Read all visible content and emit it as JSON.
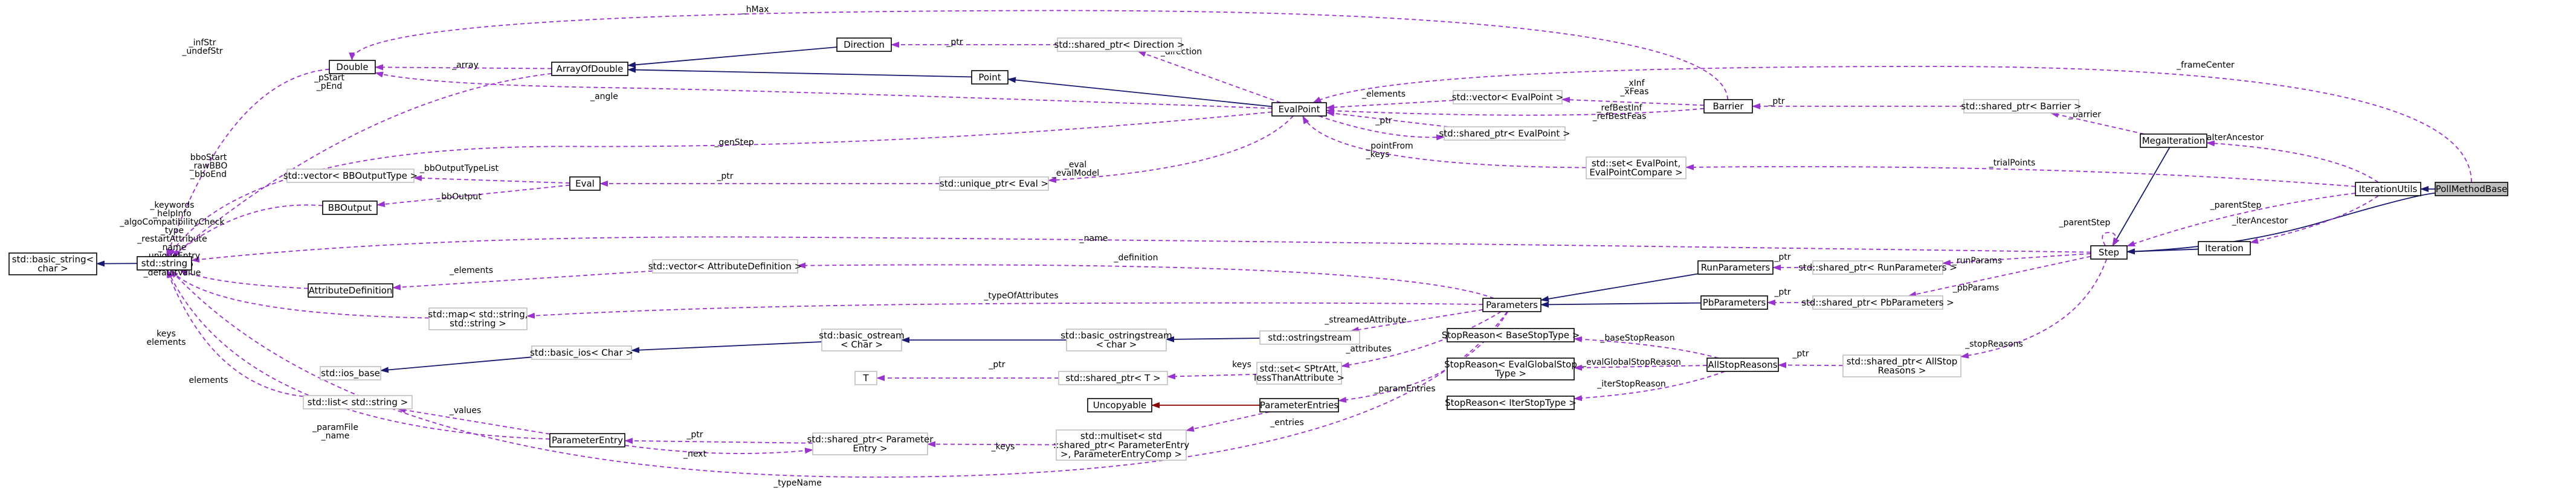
{
  "nodes": {
    "pollmethodbase": "PollMethodBase",
    "iterationutils": "IterationUtils",
    "megaiteration": "MegaIteration",
    "iteration": "Iteration",
    "step": "Step",
    "evalpoint": "EvalPoint",
    "barrier": "Barrier",
    "double": "Double",
    "arrayofdouble": "ArrayOfDouble",
    "direction": "Direction",
    "point": "Point",
    "string": "std::string",
    "basic_string": [
      "std::basic_string<",
      "char >"
    ],
    "sp_direction": "std::shared_ptr< Direction >",
    "sp_barrier": "std::shared_ptr< Barrier >",
    "vec_evalpoint": "std::vector< EvalPoint >",
    "sp_evalpoint": "std::shared_ptr< EvalPoint >",
    "set_evalpoint": [
      "std::set< EvalPoint,",
      "EvalPointCompare >"
    ],
    "vec_bboutputtype": "std::vector< BBOutputType >",
    "eval": "Eval",
    "bboutput": "BBOutput",
    "up_eval": "std::unique_ptr< Eval >",
    "attributedefinition": "AttributeDefinition",
    "vec_attrdef": "std::vector< AttributeDefinition >",
    "map_string": [
      "std::map< std::string,",
      "std::string >"
    ],
    "parameters": "Parameters",
    "runparameters": "RunParameters",
    "pbparameters": "PbParameters",
    "sp_runparameters": "std::shared_ptr< RunParameters >",
    "sp_pbparameters": "std::shared_ptr< PbParameters >",
    "ostringstream": "std::ostringstream",
    "basic_ostringstream": [
      "std::basic_ostringstream",
      "< char >"
    ],
    "basic_ostream": [
      "std::basic_ostream",
      "< Char >"
    ],
    "basic_ios": "std::basic_ios< Char >",
    "ios_base": "std::ios_base",
    "set_sptrattr": [
      "std::set< SPtrAtt,",
      "lessThanAttribute >"
    ],
    "sp_t": "std::shared_ptr< T >",
    "t": "T",
    "uncopyable": "Uncopyable",
    "parameterentries": "ParameterEntries",
    "list_string": "std::list< std::string >",
    "parameterentry": "ParameterEntry",
    "sp_parameterentry": [
      "std::shared_ptr< Parameter",
      "Entry >"
    ],
    "multiset": [
      "std::multiset< std",
      "::shared_ptr< ParameterEntry",
      " >, ParameterEntryComp >"
    ],
    "sr_basesteptype": "StopReason< BaseStopType >",
    "sr_evalglobal": [
      "StopReason< EvalGlobalStop",
      "Type >"
    ],
    "sr_itersteptype": "StopReason< IterStopType >",
    "allstopreasons": "AllStopReasons",
    "sp_allstopreasons": [
      "std::shared_ptr< AllStop",
      "Reasons >"
    ]
  },
  "edge_labels": {
    "hmax": "_hMax",
    "framecenter": "_frameCenter",
    "infstr": [
      "_infStr",
      "_undefStr"
    ],
    "pstart": [
      "_pStart",
      "_pEnd"
    ],
    "array": "_array",
    "angle": "_angle",
    "ptr_direction": "_ptr",
    "direction": "_direction",
    "elements_evalpoint": "_elements",
    "ptr_evalpoint": "_ptr",
    "xinf": [
      "_xInf",
      "_xFeas"
    ],
    "refbest": [
      "_refBestInf",
      "_refBestFeas"
    ],
    "pointfrom": "_pointFrom",
    "keys_setevalpoint": "_keys",
    "ptr_barrier": "_ptr",
    "barrier": "_barrier",
    "megaiterancestor": "_megaIterAncestor",
    "trialpoints": "_trialPoints",
    "genstep": "_genStep",
    "parentstep": "_parentStep",
    "parentstep_loop": "_parentStep",
    "iterancestor": "_iterAncestor",
    "bbstart": [
      "bboStart",
      "_rawBBO",
      "_bboEnd"
    ],
    "bboutputtypelist": "_bbOutputTypeList",
    "bboutput": "_bbOutput",
    "ptr_eval": "_ptr",
    "eval_evalmodel": [
      "_eval",
      "_evalModel"
    ],
    "name": "_name",
    "runparams": "_runParams",
    "pbparams": "_pbParams",
    "ptr_runparams": "_ptr",
    "ptr_pbparams": "_ptr",
    "stopreasons": "_stopReasons",
    "ptr_allstop": "_ptr",
    "definition": "_definition",
    "elements_attrdef": "_elements",
    "typeofattributes": "_typeOfAttributes",
    "keywords": [
      "_keywords",
      "_helpInfo",
      "_algoCompatibilityCheck",
      "_type",
      "_restartAttribute",
      "_name",
      "_uniqueEntry",
      "_shortInfo",
      "_defaultValue"
    ],
    "keys_elements": [
      "keys",
      "elements"
    ],
    "streamedattribute": "_streamedAttribute",
    "attributes": "_attributes",
    "keys_set": "keys",
    "ptr_t": "_ptr",
    "paramentries": "_paramEntries",
    "entries": "_entries",
    "basestopreason": "_baseStopReason",
    "evalglobal": "_evalGlobalStopReason",
    "iterstopreason": "_iterStopReason",
    "elements_list": "elements",
    "values": "_values",
    "paramfile": [
      "_paramFile",
      "_name"
    ],
    "ptr_paramentry": "_ptr",
    "next": "_next",
    "keys_multiset": "_keys",
    "typename": "_typeName"
  },
  "colors": {
    "usage_edge": "#9a32cd",
    "inherit_edge": "#191970",
    "private_inherit_edge": "#8b0000",
    "node_border": "#000000",
    "node_border_grey": "#bfbfbf",
    "highlight_fill": "#bfbfbf"
  }
}
